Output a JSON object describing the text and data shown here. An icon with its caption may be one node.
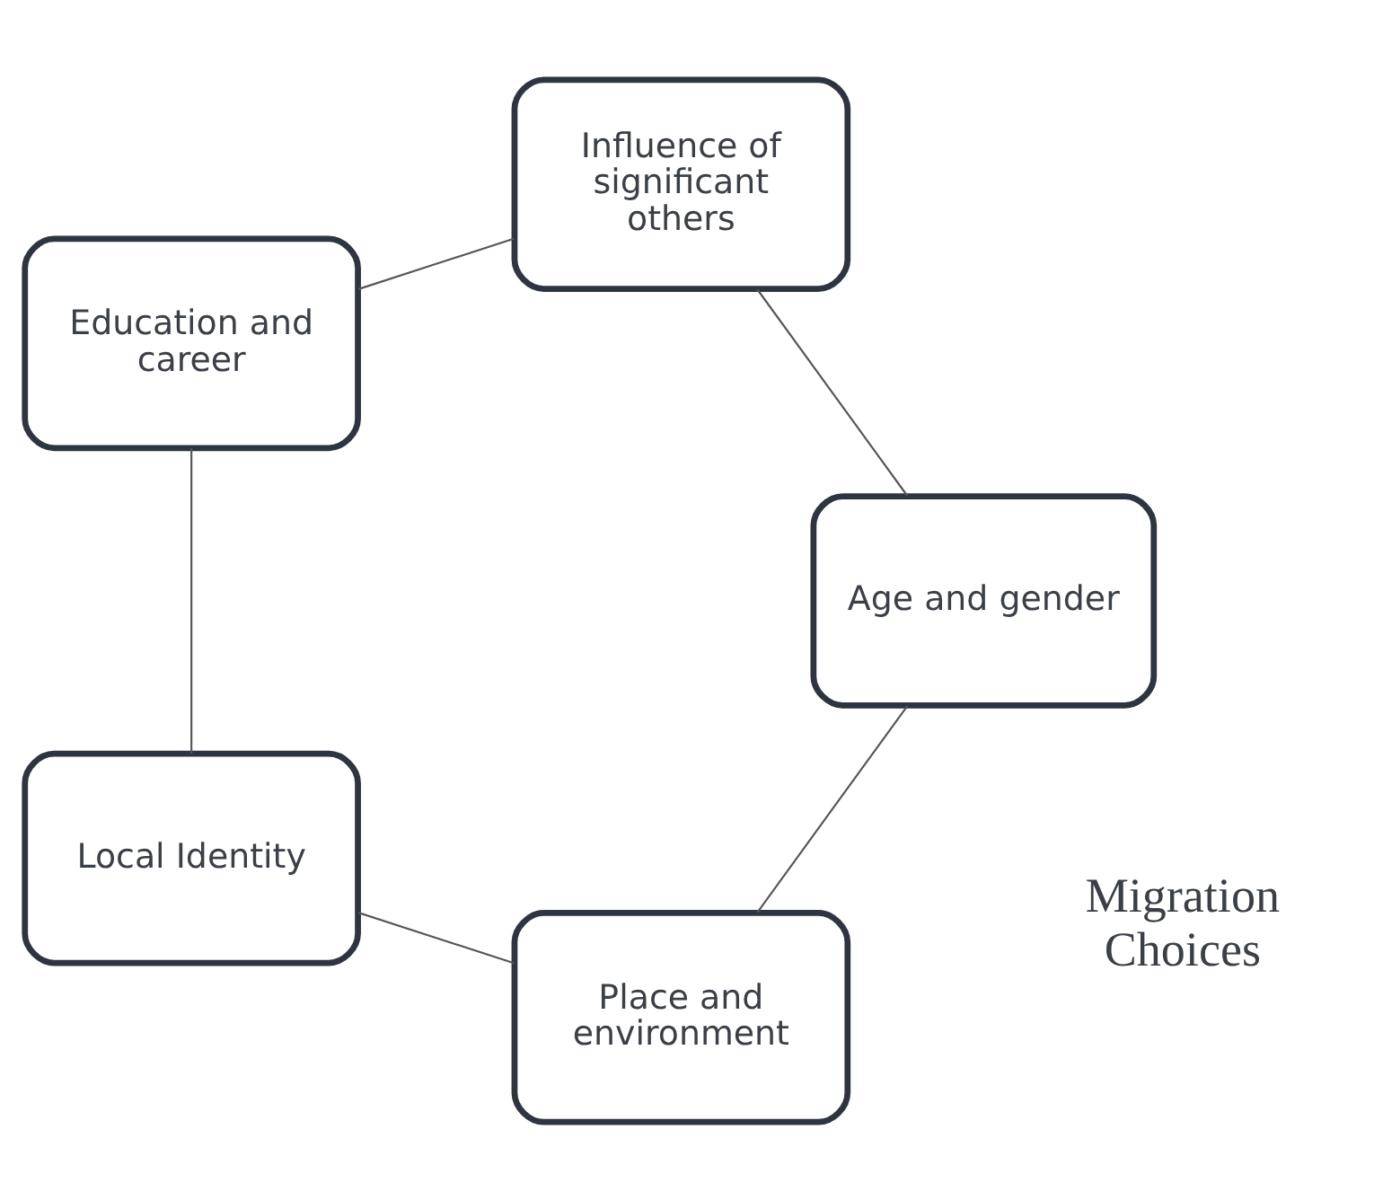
{
  "diagram": {
    "nodes": [
      {
        "text": [
          "Place and environment"
        ]
      },
      {
        "text": [
          "Age and gender"
        ]
      },
      {
        "text": [
          "Local Identity"
        ]
      },
      {
        "text": [
          "Influence of significant others"
        ]
      },
      {
        "text": [
          "Education and career"
        ]
      }
    ],
    "edges": [
      {
        "from": 0,
        "to": 2,
        "arrow": "none"
      },
      {
        "from": 2,
        "to": 4,
        "arrow": "none"
      },
      {
        "from": 4,
        "to": 3,
        "arrow": "none"
      },
      {
        "from": 3,
        "to": 1,
        "arrow": "none"
      },
      {
        "from": 1,
        "to": 0,
        "arrow": "none"
      }
    ],
    "labels": [
      "Migration Choices"
    ]
  }
}
